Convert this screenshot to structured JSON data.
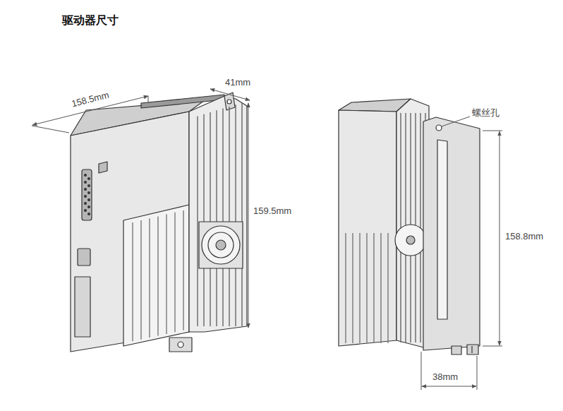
{
  "diagram": {
    "title": "驱动器尺寸",
    "labels": [
      "158.5mm",
      "41mm",
      "159.5mm",
      "螺丝孔",
      "158.8mm",
      "38mm"
    ]
  }
}
